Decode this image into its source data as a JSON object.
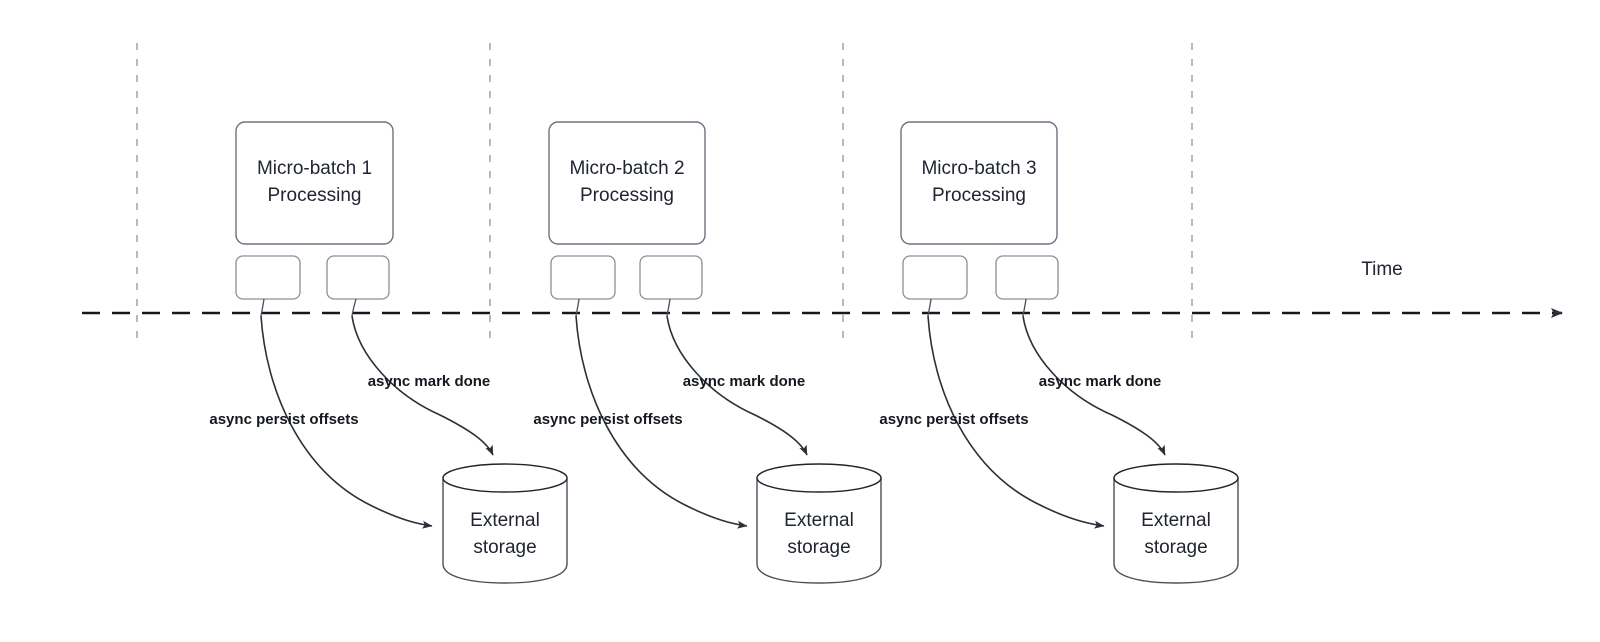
{
  "diagram": {
    "title_axis_label": "Time",
    "groups": [
      {
        "id": "group-1",
        "batch_label_line1": "Micro-batch 1",
        "batch_label_line2": "Processing",
        "storage_label_line1": "External",
        "storage_label_line2": "storage",
        "persist_label": "async persist offsets",
        "mark_done_label": "async mark done"
      },
      {
        "id": "group-2",
        "batch_label_line1": "Micro-batch 2",
        "batch_label_line2": "Processing",
        "storage_label_line1": "External",
        "storage_label_line2": "storage",
        "persist_label": "async persist offsets",
        "mark_done_label": "async mark done"
      },
      {
        "id": "group-3",
        "batch_label_line1": "Micro-batch 3",
        "batch_label_line2": "Processing",
        "storage_label_line1": "External",
        "storage_label_line2": "storage",
        "persist_label": "async persist offsets",
        "mark_done_label": "async mark done"
      }
    ],
    "colors": {
      "background": "#ffffff",
      "box_stroke": "#6b7280",
      "small_box_stroke": "#8a8f99",
      "cylinder_stroke": "#1f2430",
      "axis_stroke": "#14181f",
      "tick_line_stroke": "#b9b9bd",
      "text": "#1f2430",
      "edge_label_text": "#14181f"
    }
  }
}
